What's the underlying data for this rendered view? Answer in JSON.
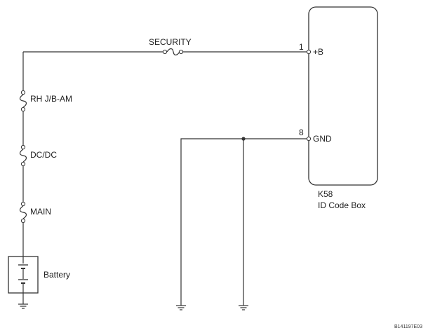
{
  "diagram": {
    "fuses": {
      "security": "SECURITY",
      "rh_jb_am": "RH J/B-AM",
      "dcdc": "DC/DC",
      "main": "MAIN"
    },
    "battery": "Battery",
    "component": {
      "code": "K58",
      "name": "ID Code Box",
      "pins": [
        {
          "number": "1",
          "name": "+B"
        },
        {
          "number": "8",
          "name": "GND"
        }
      ]
    },
    "figure_id": "B141197E03"
  }
}
